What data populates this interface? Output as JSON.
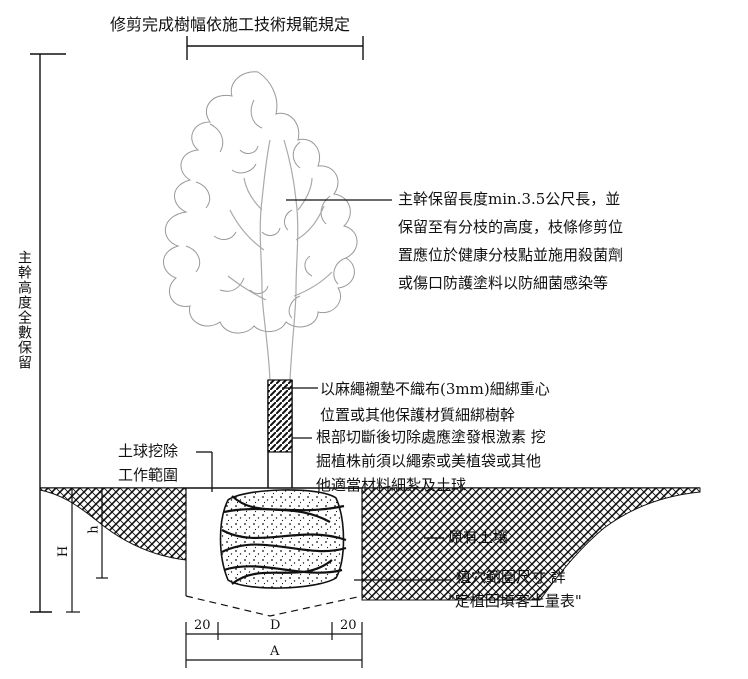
{
  "labels": {
    "top_note": "修剪完成樹幅依施工技術規範規定",
    "trunk_note": [
      "主幹保留長度min.3.5公尺長，並",
      "保留至有分枝的高度，枝條修剪位",
      "置應位於健康分枝點並施用殺菌劑",
      "或傷口防護塗料以防細菌感染等"
    ],
    "wrap_note": [
      "以麻繩襯墊不織布(3mm)細綁重心",
      "位置或其他保護材質細綁樹幹"
    ],
    "root_note": [
      "根部切斷後切除處應塗發根激素 挖",
      "掘植株前須以繩索或美植袋或其他",
      "他適當材料細紮及土球"
    ],
    "ball_remove": [
      "土球挖除",
      "工作範圍"
    ],
    "soil": "原有土壤",
    "pit_note": [
      "植穴範圍尺寸 詳",
      "\"定植回填客土量表\""
    ],
    "vertical_note": "主幹高度全數保留",
    "dims": {
      "H": "H",
      "h": "h",
      "left": "20",
      "D": "D",
      "right": "20",
      "A": "A"
    }
  },
  "colors": {
    "ink": "#111111",
    "paper": "#ffffff",
    "tree": "#888888"
  }
}
